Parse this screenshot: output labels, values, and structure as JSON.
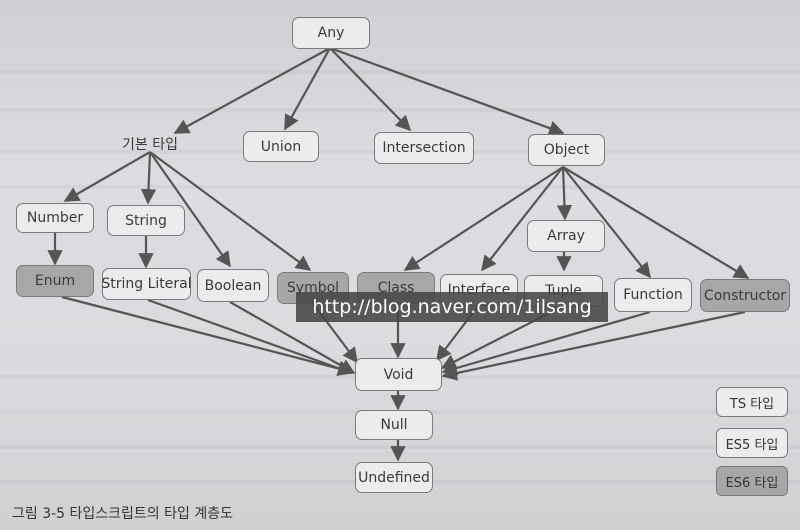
{
  "nodes": {
    "any": "Any",
    "basic": "기본 타입",
    "union": "Union",
    "intersection": "Intersection",
    "object": "Object",
    "number": "Number",
    "string": "String",
    "array": "Array",
    "enum": "Enum",
    "string_literal": "String Literal",
    "boolean": "Boolean",
    "symbol": "Symbol",
    "class": "Class",
    "interface": "Interface",
    "tuple": "Tuple",
    "function": "Function",
    "constructor": "Constructor",
    "void": "Void",
    "null": "Null",
    "undefined": "Undefined"
  },
  "legend": {
    "ts": "TS 타입",
    "es5": "ES5 타입",
    "es6": "ES6 타입"
  },
  "watermark": "http://blog.naver.com/1ilsang",
  "caption": "그림 3-5 타입스크립트의 타입 계층도",
  "colors": {
    "es6_fill": "#a6a7a9",
    "box_fill": "#ececee",
    "line": "#555555"
  }
}
